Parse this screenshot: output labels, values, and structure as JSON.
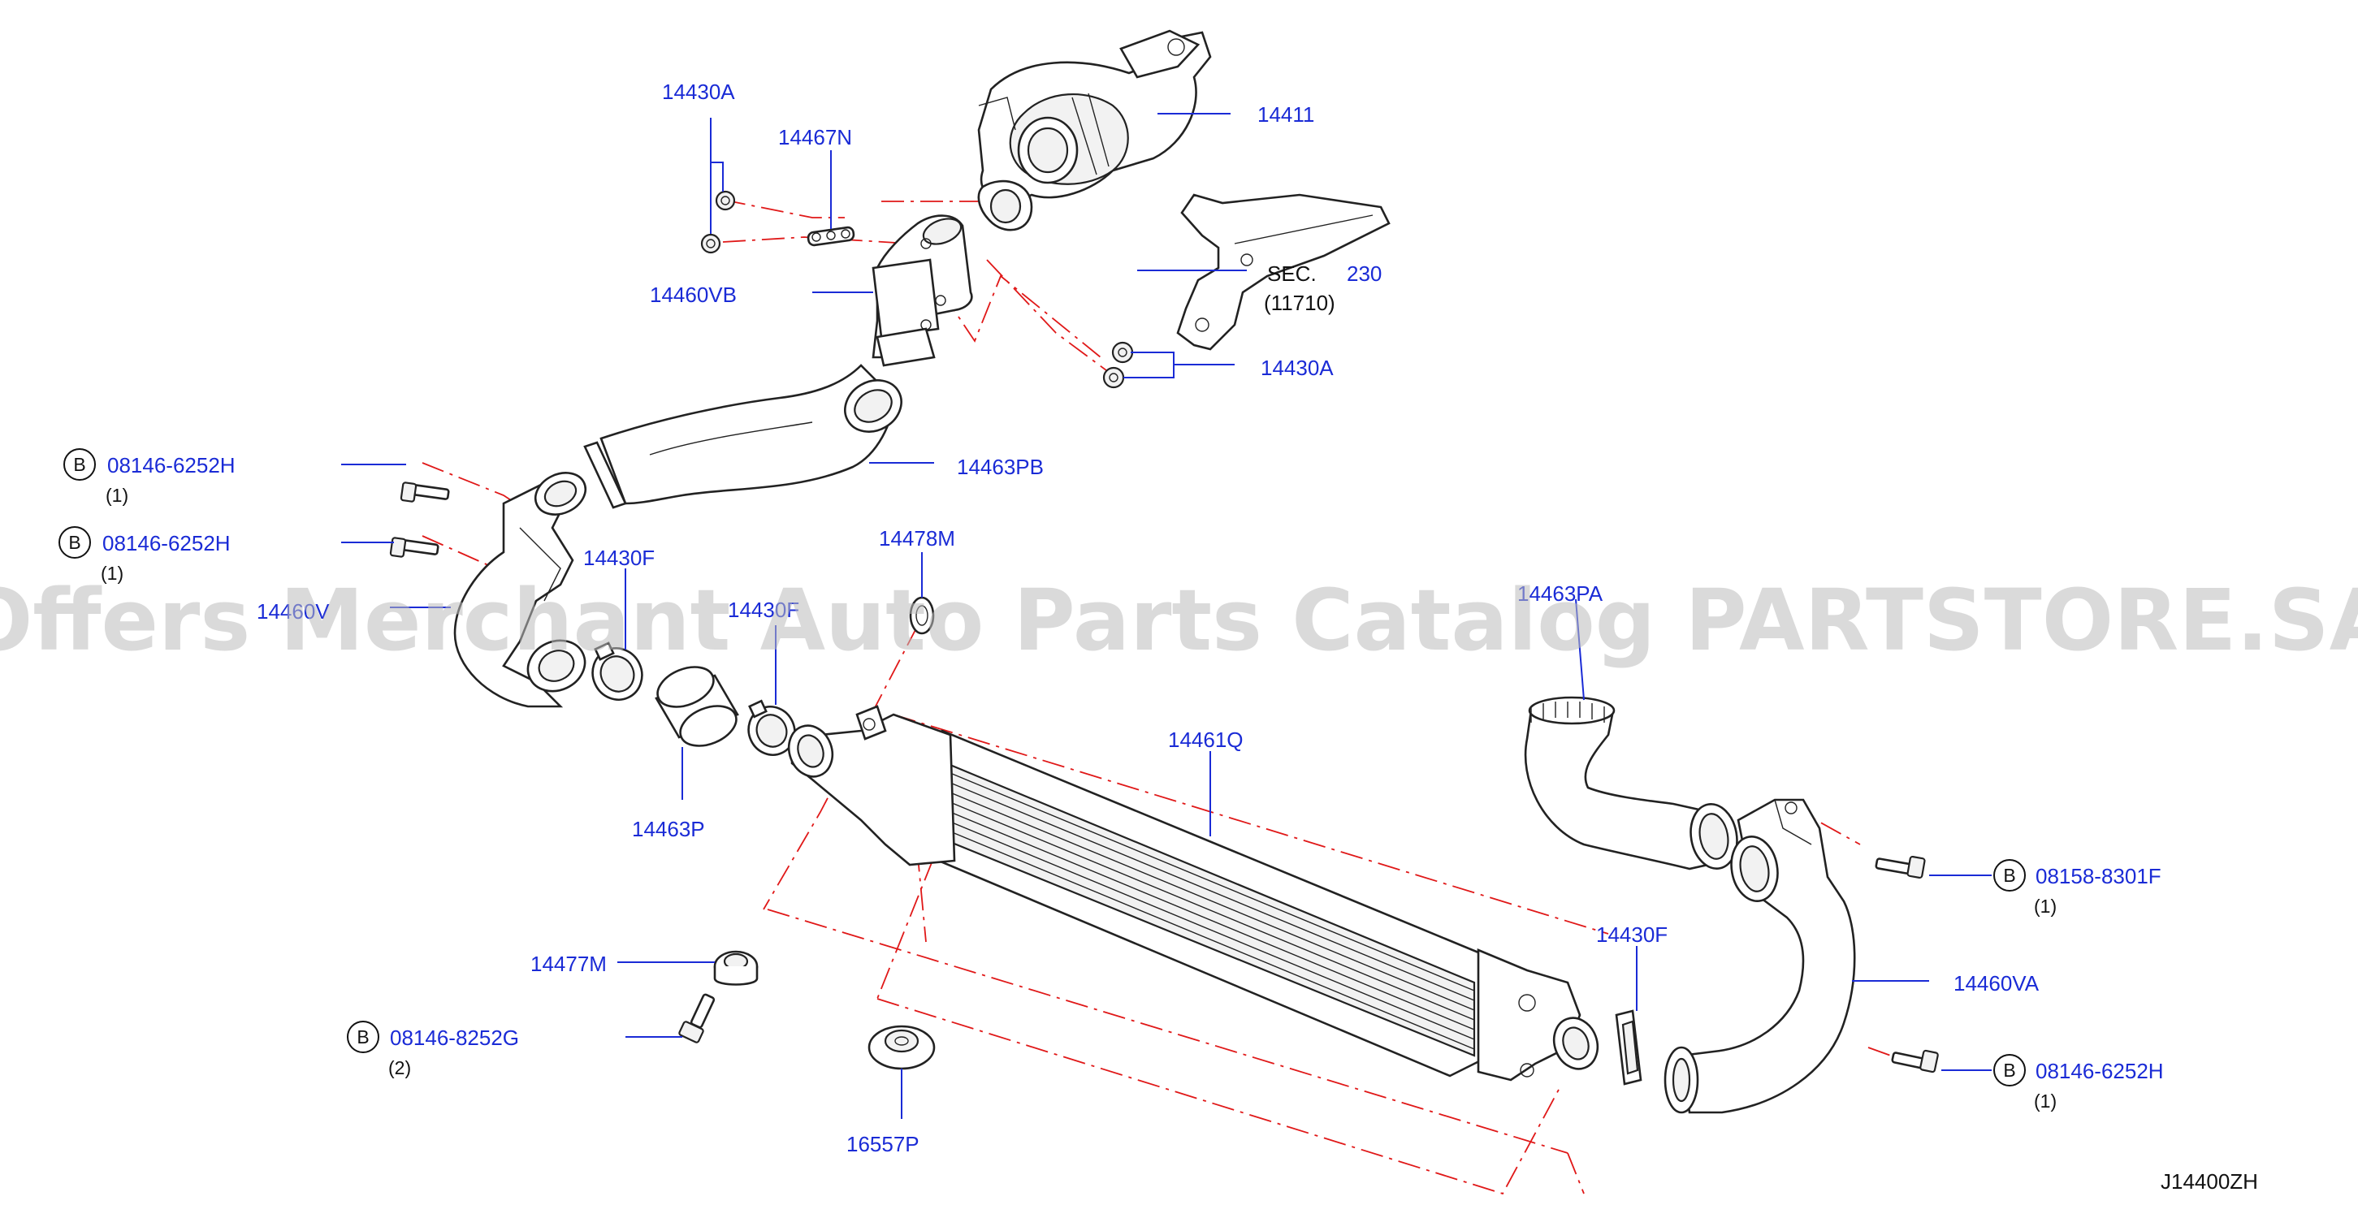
{
  "watermark": "Offers Merchant Auto Parts Catalog PARTSTORE.SA",
  "diagram_code": "J14400ZH",
  "callouts": {
    "p14411": "14411",
    "p14430A_top": "14430A",
    "p14467N": "14467N",
    "p14460VB": "14460VB",
    "sec_prefix": "SEC.",
    "sec_num": "230",
    "sec_ref": "(11710)",
    "p14430A_mid": "14430A",
    "p14463PB": "14463PB",
    "p14478M": "14478M",
    "p14430F_a": "14430F",
    "p14430F_b": "14430F",
    "p14460V": "14460V",
    "p14463P": "14463P",
    "p14461Q": "14461Q",
    "p14463PA": "14463PA",
    "p14430F_c": "14430F",
    "p14460VA": "14460VA",
    "p14477M": "14477M",
    "p16557P": "16557P"
  },
  "bolts": [
    {
      "badge": "B",
      "part": "08146-6252H",
      "qty": "(1)"
    },
    {
      "badge": "B",
      "part": "08146-6252H",
      "qty": "(1)"
    },
    {
      "badge": "B",
      "part": "08158-8301F",
      "qty": "(1)"
    },
    {
      "badge": "B",
      "part": "08146-8252G",
      "qty": "(2)"
    },
    {
      "badge": "B",
      "part": "08146-6252H",
      "qty": "(1)"
    }
  ]
}
